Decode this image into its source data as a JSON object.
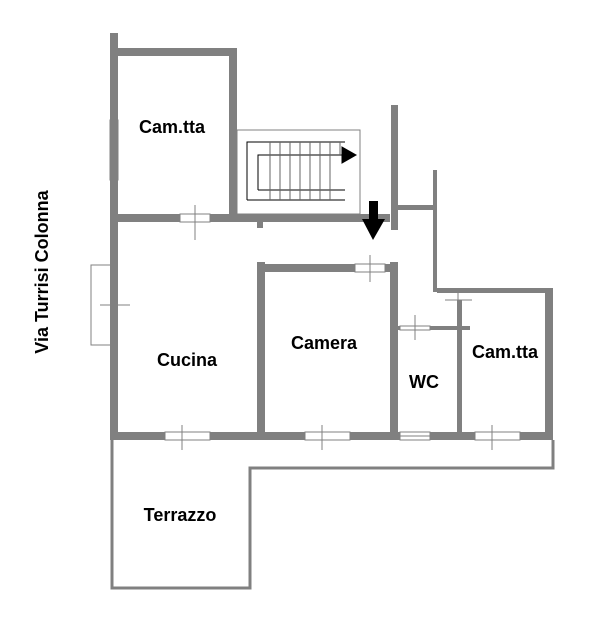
{
  "street": "Via Turrisi Colonna",
  "rooms": {
    "cameretta_top": "Cam.tta",
    "cucina": "Cucina",
    "camera": "Camera",
    "wc": "WC",
    "cameretta_right": "Cam.tta",
    "terrazzo": "Terrazzo"
  },
  "colors": {
    "wall": "#808080",
    "line": "#000000"
  }
}
